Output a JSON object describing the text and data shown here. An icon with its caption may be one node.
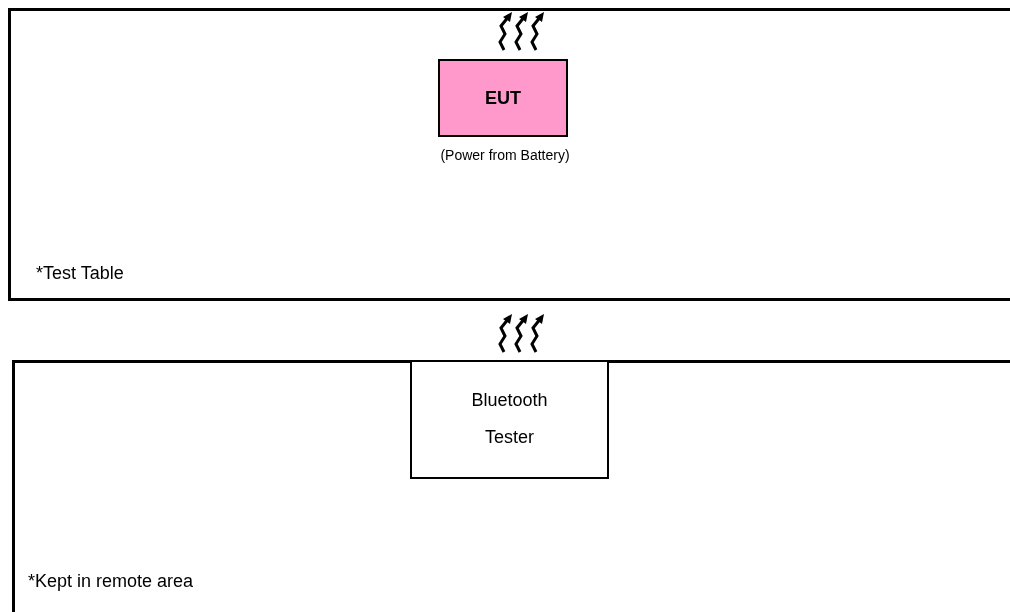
{
  "diagram": {
    "nodes": [
      {
        "text": [
          "*Test Table"
        ]
      },
      {
        "text": [
          "EUT"
        ],
        "in": 0,
        "beside": [
          "(Power from Battery)"
        ]
      },
      {
        "text": [
          "*Kept in remote area"
        ]
      },
      {
        "text": [
          "Bluetooth Tester"
        ],
        "in": 2
      }
    ]
  }
}
